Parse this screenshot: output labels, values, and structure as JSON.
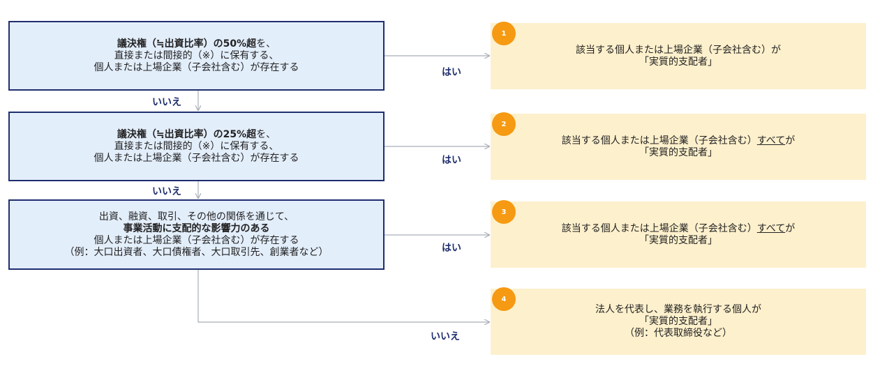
{
  "questions": [
    {
      "bold": "議決権（≒出資比率）の50%超",
      "bold_suffix": "を、",
      "line2": "直接または間接的（※）に保有する、",
      "line3": "個人または上場企業（子会社含む）が存在する"
    },
    {
      "bold": "議決権（≒出資比率）の25%超",
      "bold_suffix": "を、",
      "line2": "直接または間接的（※）に保有する、",
      "line3": "個人または上場企業（子会社含む）が存在する"
    },
    {
      "line1": "出資、融資、取引、その他の関係を通じて、",
      "bold": "事業活動に支配的な影響力のある",
      "line3": "個人または上場企業（子会社含む）が存在する",
      "line4": "（例：大口出資者、大口債権者、大口取引先、創業者など）"
    }
  ],
  "answers": [
    {
      "number": "1",
      "line1": "該当する個人または上場企業（子会社含む）が",
      "line2": "「実質的支配者」"
    },
    {
      "number": "2",
      "line1_pre": "該当する個人または上場企業（子会社含む）",
      "line1_u": "すべて",
      "line1_post": "が",
      "line2": "「実質的支配者」"
    },
    {
      "number": "3",
      "line1_pre": "該当する個人または上場企業（子会社含む）",
      "line1_u": "すべて",
      "line1_post": "が",
      "line2": "「実質的支配者」"
    },
    {
      "number": "4",
      "line1": "法人を代表し、業務を執行する個人が",
      "line2": "「実質的支配者」",
      "line3": "（例：代表取締役など）"
    }
  ],
  "labels": {
    "yes": "はい",
    "no": "いいえ"
  },
  "colors": {
    "question_bg": "#e3eefb",
    "question_border": "#1f2e6e",
    "answer_bg": "#fdf0cc",
    "badge": "#f59a12",
    "arrow": "#a8adb8",
    "label": "#1f2e6e"
  }
}
